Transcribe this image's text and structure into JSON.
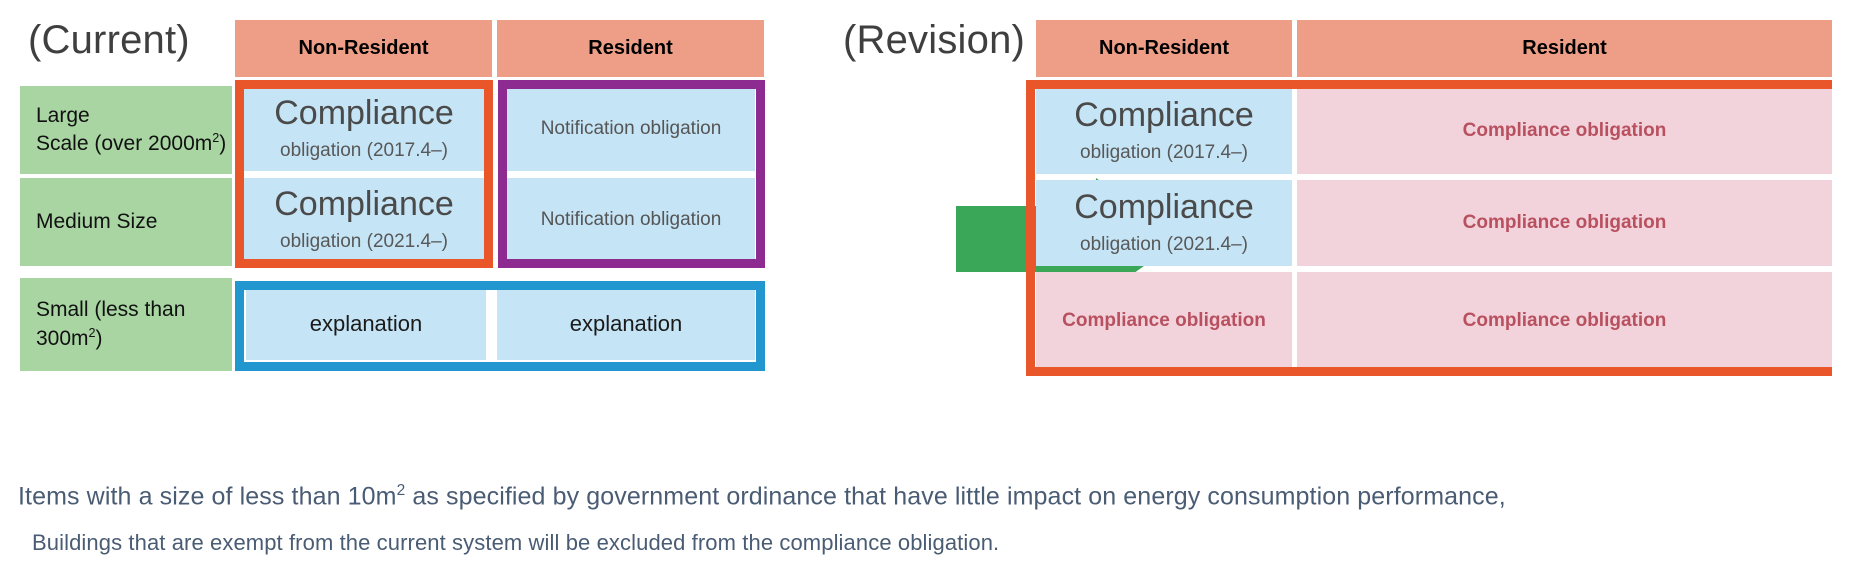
{
  "panels": {
    "current": {
      "title": "(Current)",
      "columns": [
        "Non-Resident",
        "Resident"
      ],
      "row_labels": [
        "Large\nScale (over 2000m²)",
        "Medium Size",
        "Small (less than\n300m²)"
      ],
      "cells": {
        "large_nonres_main": "Compliance",
        "large_nonres_sub": "obligation (2017.4–)",
        "large_res": "Notification obligation",
        "medium_nonres_main": "Compliance",
        "medium_nonres_sub": "obligation (2021.4–)",
        "medium_res": "Notification obligation",
        "small_nonres": "explanation",
        "small_res": "explanation"
      }
    },
    "revision": {
      "title": "(Revision)",
      "columns": [
        "Non-Resident",
        "Resident"
      ],
      "cells": {
        "large_nonres_main": "Compliance",
        "large_nonres_sub": "obligation (2017.4–)",
        "large_res": "Compliance obligation",
        "medium_nonres_main": "Compliance",
        "medium_nonres_sub": "obligation (2021.4–)",
        "medium_res": "Compliance obligation",
        "small_nonres": "Compliance obligation",
        "small_res": "Compliance obligation"
      }
    }
  },
  "arrow": {
    "name": "green-right-arrow",
    "color": "#3aa košice"
  },
  "notes": {
    "line1_a": "Items with a size of less than 10m",
    "line1_sup": "2",
    "line1_b": " as specified by government ordinance that have little impact on energy consumption performance,",
    "line2": "Buildings that are exempt from the current system will be excluded from the compliance obligation."
  },
  "colors": {
    "header_salmon": "#ee9e87",
    "row_green": "#a8d5a2",
    "cell_blue": "#c5e4f5",
    "cell_pink": "#f2d3dc",
    "frame_orange": "#e8562a",
    "frame_purple": "#8e2b90",
    "frame_blue": "#2196cf",
    "arrow_green": "#3aa758",
    "note_text": "#4a5c74",
    "pink_text": "#b8505f"
  },
  "row_label_parts": {
    "r1_l1": "Large",
    "r1_l2a": "Scale (over 2000m",
    "r1_sup": "2",
    "r1_l2b": ")",
    "r2": "Medium Size",
    "r3_l1": "Small (less than",
    "r3_l2a": "300m",
    "r3_sup": "2",
    "r3_l2b": ")"
  }
}
